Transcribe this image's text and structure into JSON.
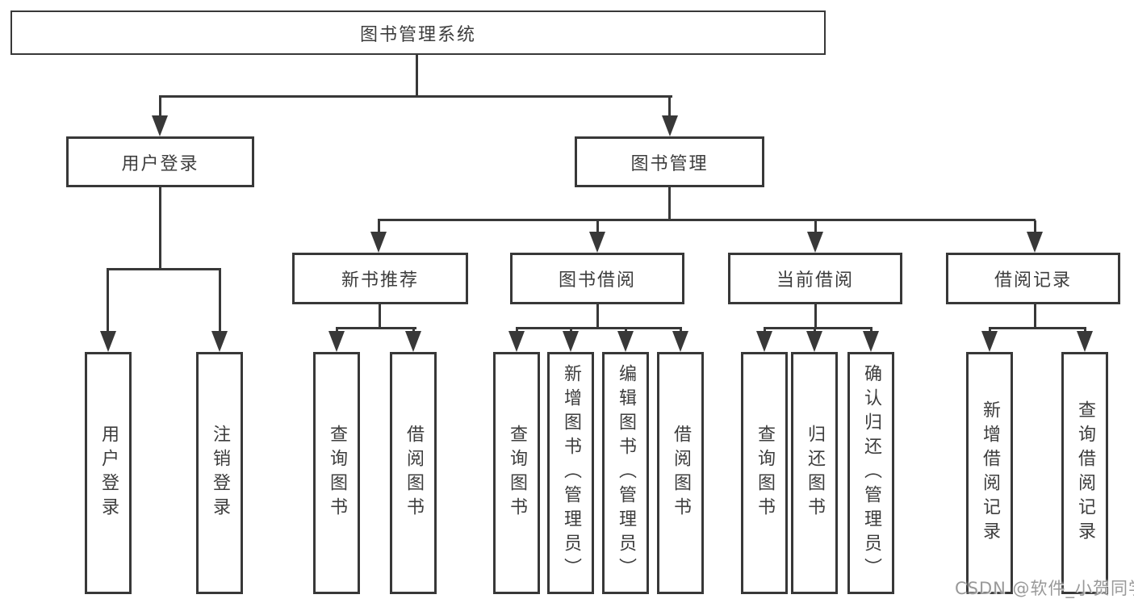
{
  "diagram": {
    "root": {
      "label": "图书管理系统"
    },
    "branches": [
      {
        "label": "用户登录",
        "children": [
          {
            "label": "用户登录"
          },
          {
            "label": "注销登录"
          }
        ]
      },
      {
        "label": "图书管理",
        "groups": [
          {
            "label": "新书推荐",
            "children": [
              {
                "label": "查询图书"
              },
              {
                "label": "借阅图书"
              }
            ]
          },
          {
            "label": "图书借阅",
            "children": [
              {
                "label": "查询图书"
              },
              {
                "label": "新增图书（管理员）"
              },
              {
                "label": "编辑图书（管理员）"
              },
              {
                "label": "借阅图书"
              }
            ]
          },
          {
            "label": "当前借阅",
            "children": [
              {
                "label": "查询图书"
              },
              {
                "label": "归还图书"
              },
              {
                "label": "确认归还（管理员）"
              }
            ]
          },
          {
            "label": "借阅记录",
            "children": [
              {
                "label": "新增借阅记录"
              },
              {
                "label": "查询借阅记录"
              }
            ]
          }
        ]
      }
    ]
  },
  "watermark": {
    "text": "CSDN @软件_小贺同学"
  },
  "colors": {
    "line": "#383838",
    "text": "#3d3d3d",
    "background": "#ffffff",
    "watermark": "#999999"
  }
}
